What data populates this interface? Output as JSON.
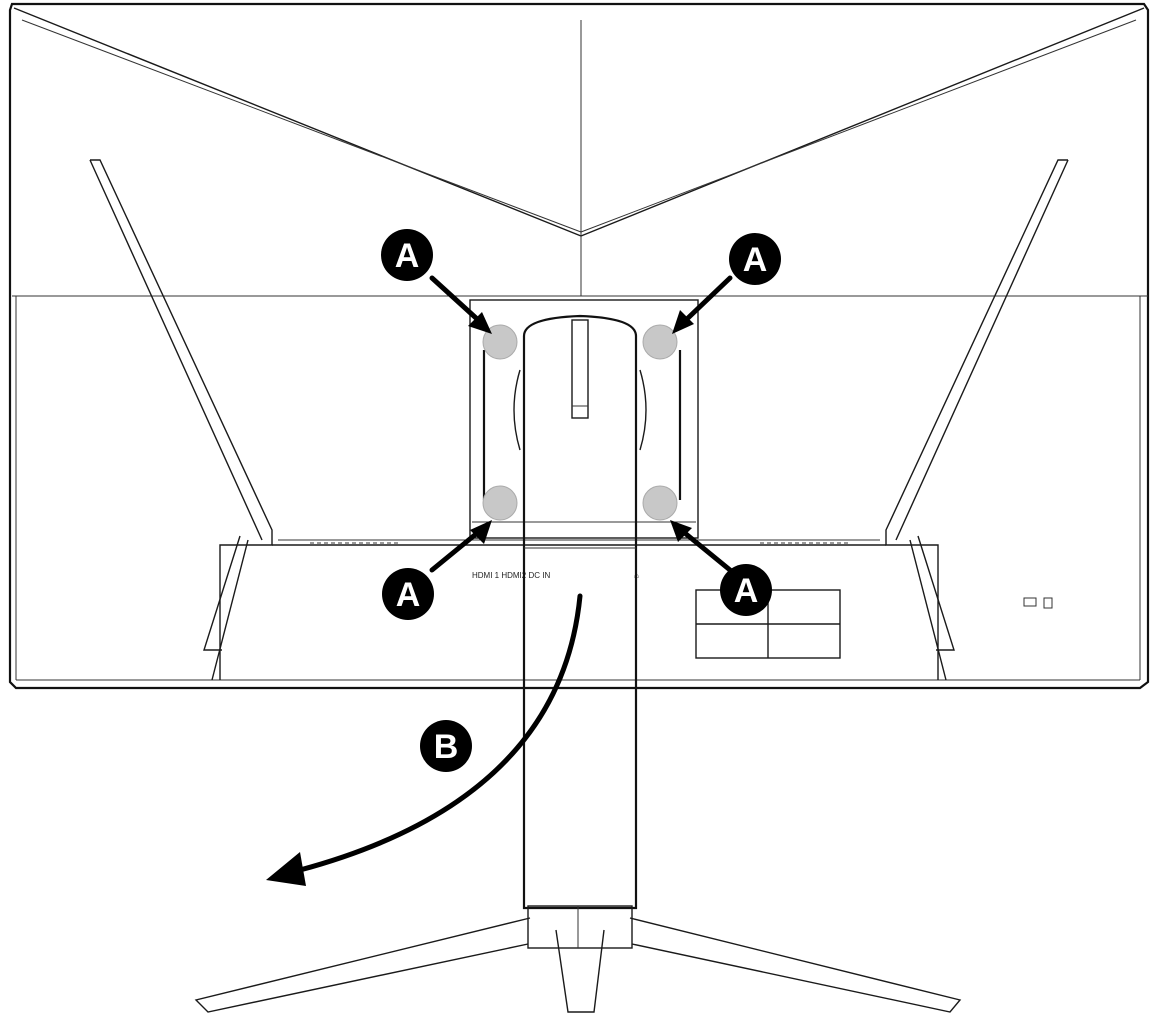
{
  "diagram": {
    "callouts": {
      "a_top_left": "A",
      "a_top_right": "A",
      "a_bottom_left": "A",
      "a_bottom_right": "A",
      "b": "B"
    },
    "port_label": "HDMI 1 HDMI2 DC IN"
  },
  "colors": {
    "line": "#1a1a1a",
    "screw_fill": "#c8c8c8",
    "badge": "#000000",
    "badge_text": "#ffffff"
  }
}
